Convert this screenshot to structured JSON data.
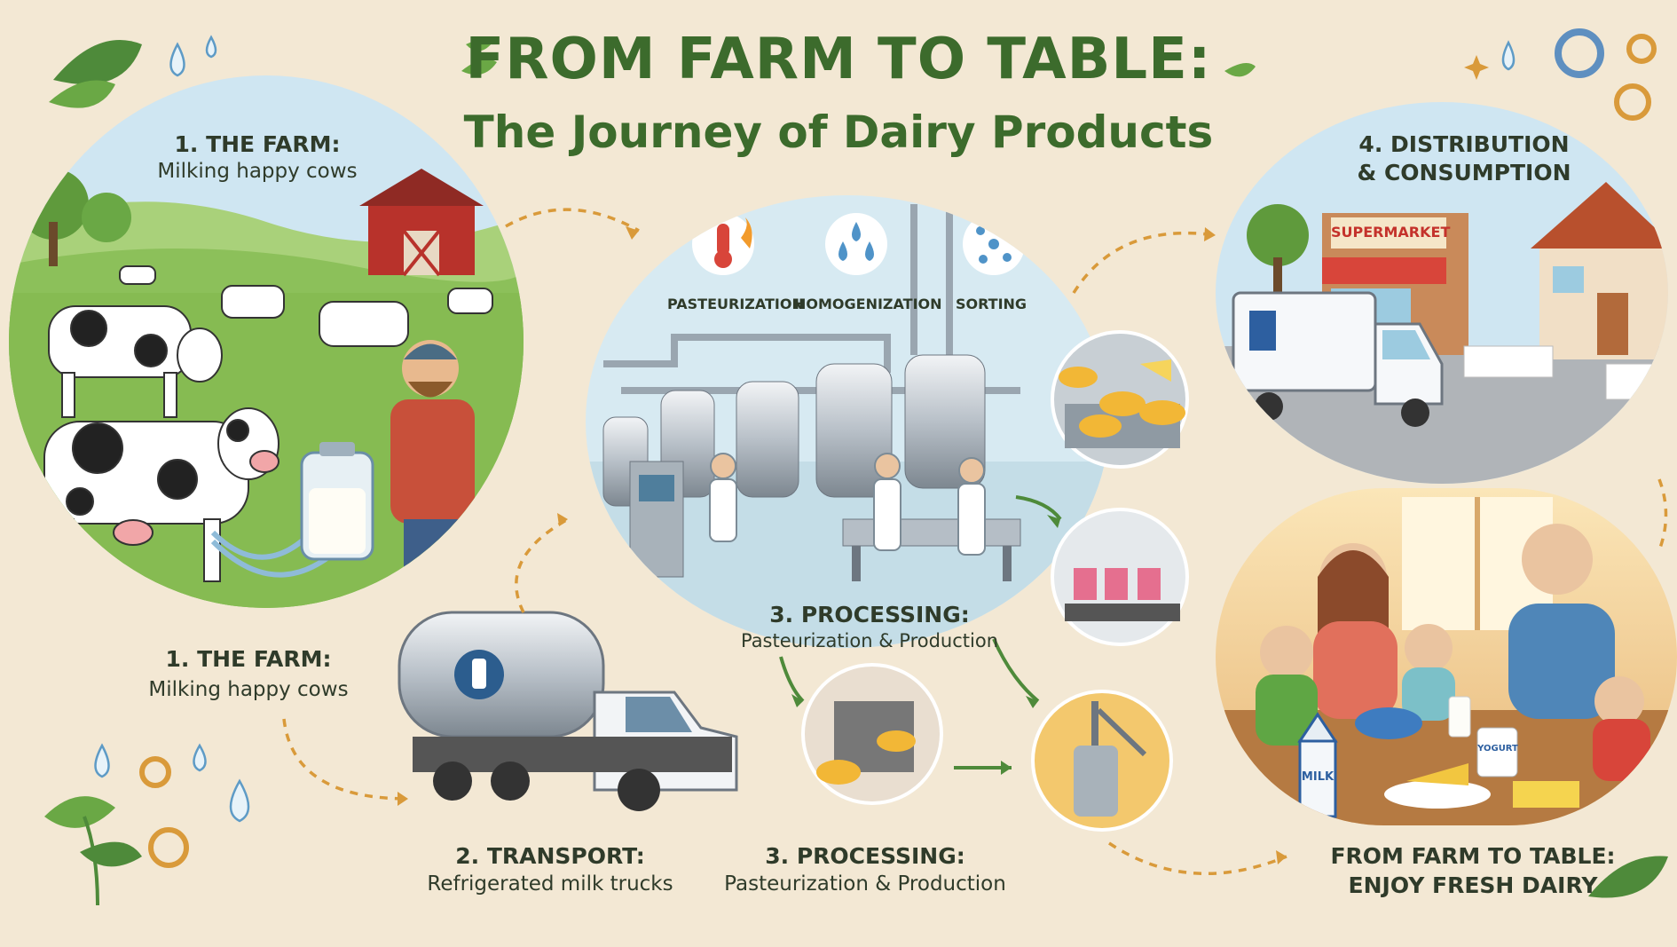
{
  "title": {
    "main": "FROM FARM TO TABLE:",
    "sub": "The Journey of Dairy Products"
  },
  "farm": {
    "title_top": "1. THE FARM:",
    "sub_top": "Milking happy cows",
    "title_bottom": "1. THE FARM:",
    "sub_bottom": "Milking happy cows"
  },
  "transport": {
    "title": "2. TRANSPORT:",
    "sub": "Refrigerated milk trucks"
  },
  "processing": {
    "steps": [
      "PASTEURIZATION",
      "HOMOGENIZATION",
      "SORTING"
    ],
    "title_inner": "3. PROCESSING:",
    "sub_inner": "Pasteurization & Production",
    "title_bottom": "3. PROCESSING:",
    "sub_bottom": "Pasteurization & Production"
  },
  "distribution": {
    "title_line1": "4. DISTRIBUTION",
    "title_line2": "& CONSUMPTION",
    "store_sign": "SUPERMARKET"
  },
  "table": {
    "milk_label": "MILK",
    "yogurt_label": "YOGURT"
  },
  "closing": {
    "line1": "FROM FARM TO TABLE:",
    "line2": "ENJOY FRESH DAIRY"
  },
  "colors": {
    "background": "#f3e8d4",
    "title_green": "#3c6b2c",
    "arrow_orange": "#d99a3a",
    "arrow_green": "#4e8a3a",
    "grass": "#8cc05a",
    "sky": "#cfe6f2"
  }
}
